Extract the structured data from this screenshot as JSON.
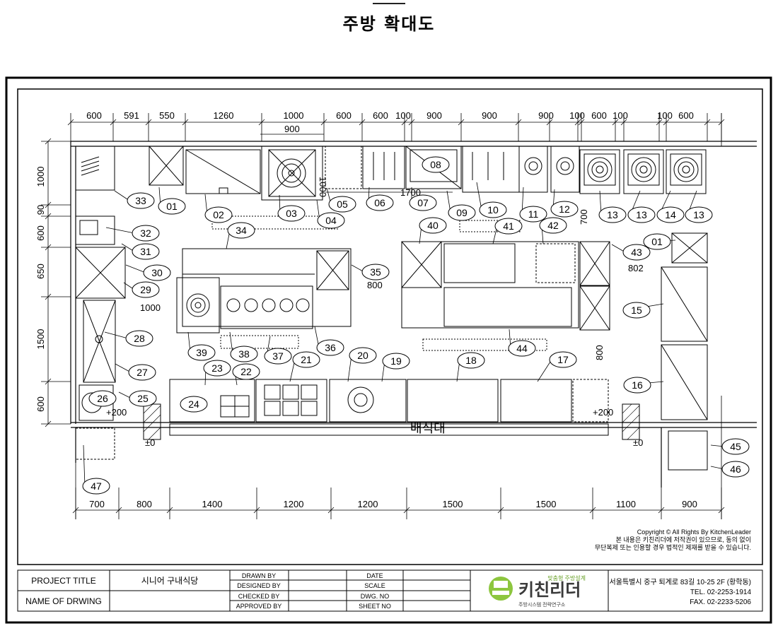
{
  "page_title": "주방 확대도",
  "dims_top": [
    "600",
    "591",
    "550",
    "1260",
    "1000",
    "600",
    "600",
    "100",
    "900",
    "900",
    "900",
    "100",
    "600",
    "100",
    "100",
    "600"
  ],
  "dim_900_top": "900",
  "dim_1700": "1700",
  "dims_left": [
    "1000",
    "90",
    "600",
    "650",
    "1500",
    "600"
  ],
  "dims_bottom": [
    "700",
    "800",
    "1400",
    "1200",
    "1200",
    "1500",
    "1500",
    "1100",
    "900"
  ],
  "dims_misc": {
    "d1000": "1000",
    "d800": "800",
    "d700": "700",
    "d802": "802",
    "d800b": "800",
    "d1000b": "1000"
  },
  "equipment_numbers": [
    "33",
    "01",
    "02",
    "03",
    "04",
    "05",
    "06",
    "07",
    "08",
    "09",
    "10",
    "11",
    "12",
    "13",
    "13",
    "14",
    "13",
    "32",
    "31",
    "30",
    "29",
    "28",
    "27",
    "26",
    "25",
    "24",
    "23",
    "22",
    "21",
    "20",
    "19",
    "18",
    "17",
    "16",
    "15",
    "34",
    "35",
    "36",
    "37",
    "38",
    "39",
    "40",
    "41",
    "42",
    "43",
    "01",
    "44",
    "45",
    "46",
    "47"
  ],
  "serving_counter": "배식대",
  "levels": {
    "plus200_left": "+200",
    "plus200_right": "+200",
    "zero_left": "±0",
    "zero_right": "±0"
  },
  "copyright": [
    "Copyright © All Rights By KitchenLeader",
    "본 내용은 키친리더에 저작권이 있으므로, 동의 없이",
    "무단복제 또는 인용할 경우 법적인 제재를 받을 수 있습니다."
  ],
  "title_block": {
    "project_title_label": "PROJECT TITLE",
    "project_title_value": "시니어 구내식당",
    "drawing_label": "NAME OF DRWING",
    "roles": [
      "DRAWN BY",
      "DESIGNED BY",
      "CHECKED BY",
      "APPROVED BY"
    ],
    "info": [
      "DATE",
      "SCALE",
      "DWG. NO",
      "SHEET NO"
    ],
    "logo_tagline": "맞춤형 주방설계",
    "logo_name": "키친리더",
    "logo_sub": "주방시스템 전략연구소",
    "address": "서울특별시 중구 퇴계로 83길 10-25 2F (황학동)",
    "tel": "TEL. 02-2253-1914",
    "fax": "FAX. 02-2233-5206"
  },
  "colors": {
    "line": "#000000",
    "logo_green": "#8dc63f",
    "logo_dark": "#3a3a3a",
    "tagline": "#6aa22a"
  }
}
